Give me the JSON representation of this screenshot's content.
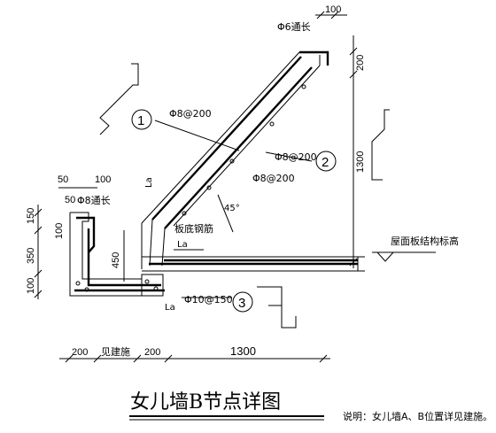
{
  "title": "女儿墙B节点详图",
  "note": "说明：女儿墙A、B位置详见建施。",
  "rebar_labels": {
    "top_long": "Φ6通长",
    "slab_main": "Φ8@200",
    "slab_dist": "Φ8@200",
    "inner_dist": "Φ8@200",
    "curb_long": "Φ8通长",
    "bottom": "Φ10@150"
  },
  "annotations": {
    "slab_bottom_bar": "板底钢筋",
    "roof_level": "屋面板结构标高",
    "la_1": "La",
    "la_2": "La",
    "la_3": "La",
    "angle": "45°"
  },
  "section_marks": [
    "1",
    "2",
    "3"
  ],
  "dimensions": {
    "top_width": "100",
    "top_height": "200",
    "right_height": "1300",
    "left_top_a": "50",
    "left_top_b": "100",
    "left_top_c": "50",
    "left_150": "150",
    "left_100_inner": "100",
    "left_350": "350",
    "left_100_bottom": "100",
    "curb_450": "450",
    "bottom_200_a": "200",
    "bottom_ref": "见建施",
    "bottom_200_b": "200",
    "bottom_1300": "1300"
  }
}
